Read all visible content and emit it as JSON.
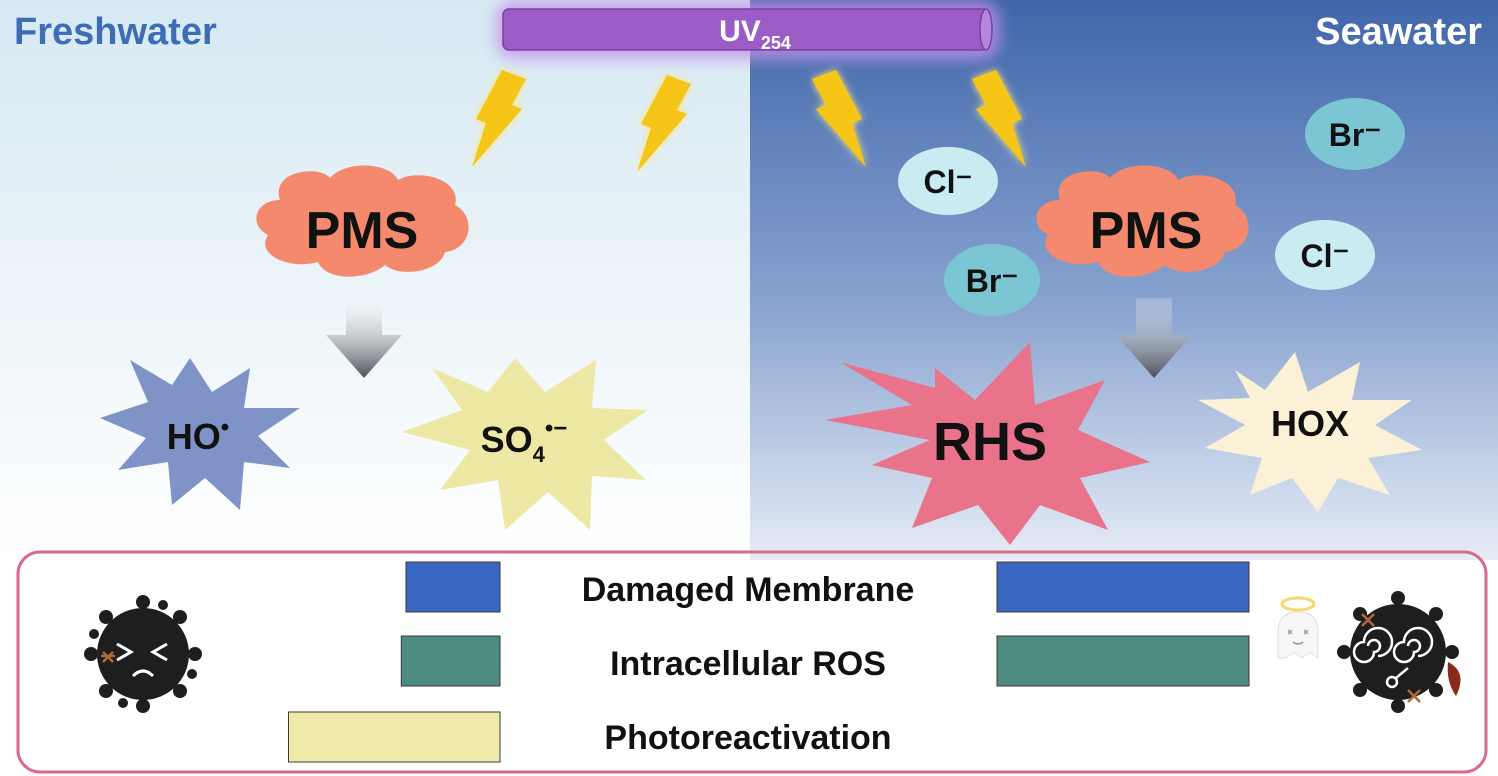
{
  "panels": {
    "left_title": "Freshwater",
    "right_title": "Seawater"
  },
  "lamp": {
    "label_main": "UV",
    "label_sub": "254"
  },
  "freshwater": {
    "oxidant": "PMS",
    "radicals": [
      {
        "main": "HO",
        "sup": "•"
      },
      {
        "main": "SO",
        "sub": "4",
        "sup": "•−"
      }
    ]
  },
  "seawater": {
    "oxidant": "PMS",
    "ions": [
      "Cl⁻",
      "Br⁻",
      "Br⁻",
      "Cl⁻"
    ],
    "products": [
      "RHS",
      "HOX"
    ]
  },
  "comparison": {
    "metrics": [
      {
        "label": "Damaged Membrane",
        "freshwater": 0.4,
        "seawater": 1.0,
        "color": "#3a67c0"
      },
      {
        "label": "Intracellular ROS",
        "freshwater": 0.42,
        "seawater": 1.0,
        "color": "#4e8b80"
      },
      {
        "label": "Photoreactivation",
        "freshwater": 0.9,
        "seawater": 0,
        "color": "#f0eaa8"
      }
    ]
  },
  "colors": {
    "uv_lamp": "#9b5cc6",
    "pms_cloud": "#f4896e",
    "lightning": "#f5c518",
    "ion_fill": "#c9ecf2",
    "br_fill": "#7cc5d2",
    "ho_star": "#7f93c6",
    "so4_star": "#ede8a4",
    "rhs_star": "#e8738b",
    "hox_star": "#fbf1d6",
    "panel_border": "#d96b87"
  }
}
